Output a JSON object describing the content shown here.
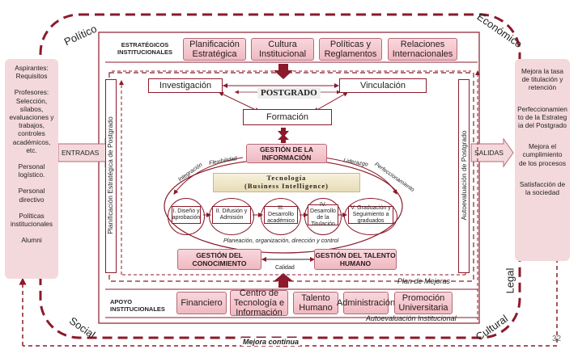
{
  "environment": {
    "politico": "Político",
    "economico": "Económico",
    "social": "Social",
    "cultural": "Cultural",
    "legal": "Legal"
  },
  "inputs": {
    "items": [
      "Aspirantes: Requisitos",
      "Profesores: Selección, sílabos, evaluaciones y trabajos, controles académicos, etc.",
      "Personal logístico.",
      "Personal directivo",
      "Políticas institucionales",
      "Alumni"
    ],
    "arrow_label": "ENTRADAS"
  },
  "outputs": {
    "items": [
      "Mejora la tasa de titulación y retención",
      "Perfeccionamiento de la Estrategia del Postgrado",
      "Mejora el cumplimiento de los procesos",
      "Satisfacción de la sociedad"
    ],
    "arrow_label": "SALIDAS"
  },
  "strategic": {
    "label_line1": "ESTRATÉGICOS",
    "label_line2": "INSTITUCIONALES",
    "boxes": [
      "Planificación Estratégica",
      "Cultura Institucional",
      "Políticas y Reglamentos",
      "Relaciones Internacionales"
    ]
  },
  "core": {
    "investigacion": "Investigación",
    "vinculacion": "Vinculación",
    "postgrado": "POSTGRADO",
    "formacion": "Formación"
  },
  "side_labels": {
    "left": "Planificación Estratégica de Postgrado",
    "right": "Autoevaluación de Postgrado"
  },
  "gestion_info": "GESTIÓN DE LA INFORMACIÓN",
  "tecnologia": {
    "line1": "Tecnología",
    "line2": "(Business Intelligence)"
  },
  "arc_labels": {
    "integracion": "Integración",
    "flexibilidad": "Flexibilidad",
    "liderazgo": "Liderazgo",
    "perfeccionamiento": "Perfeccionamiento"
  },
  "phases": [
    "I. Diseño y aprobación",
    "II. Difusión y Admisión",
    "III. Desarrollo académico",
    "IV. Desarrollo de la Titulación",
    "V. Graduación y Seguimiento a graduados"
  ],
  "planeacion": "Planeación, organización, dirección y control",
  "gestion_conocimiento": "GESTIÓN DEL CONOCIMIENTO",
  "gestion_talento": "GESTIÓN DEL TALENTO HUMANO",
  "calidad": "Calidad",
  "plan_mejoras": "Plan de Mejoras",
  "support": {
    "label_line1": "APOYO",
    "label_line2": "INSTITUCIONALES",
    "boxes": [
      "Financiero",
      "Centro de Tecnología e Información",
      "Talento Humano",
      "Administración",
      "Promoción Universitaria"
    ]
  },
  "autoevaluacion_institucional": "Autoevaluación Institucional",
  "mejora_continua": "Mejora continua",
  "page_number": "32"
}
